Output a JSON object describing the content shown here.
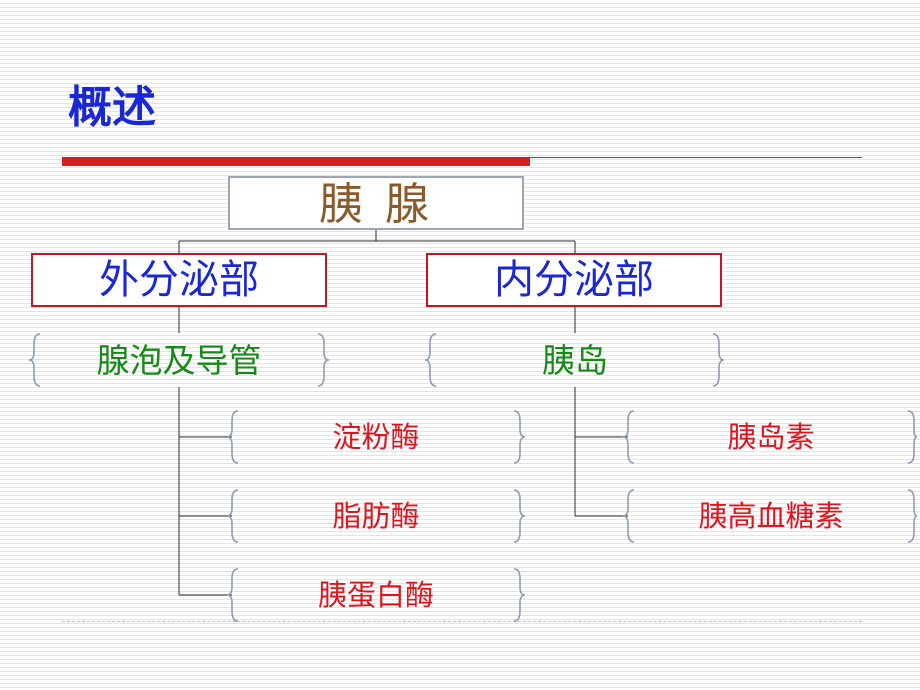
{
  "title": "概述",
  "root": {
    "label": "胰 腺"
  },
  "exocrine": {
    "label": "外分泌部",
    "structure": "腺泡及导管",
    "products": [
      "淀粉酶",
      "脂肪酶",
      "胰蛋白酶"
    ]
  },
  "endocrine": {
    "label": "内分泌部",
    "structure": "胰岛",
    "products": [
      "胰岛素",
      "胰高血糖素"
    ]
  },
  "colors": {
    "title": "#1a27d6",
    "accent_bar": "#d42020",
    "root_text": "#8b5a2b",
    "section_text": "#1a27d6",
    "section_border": "#c8141e",
    "structure_text": "#168a16",
    "product_text": "#e0141e",
    "brace": "#8a9ab8"
  }
}
